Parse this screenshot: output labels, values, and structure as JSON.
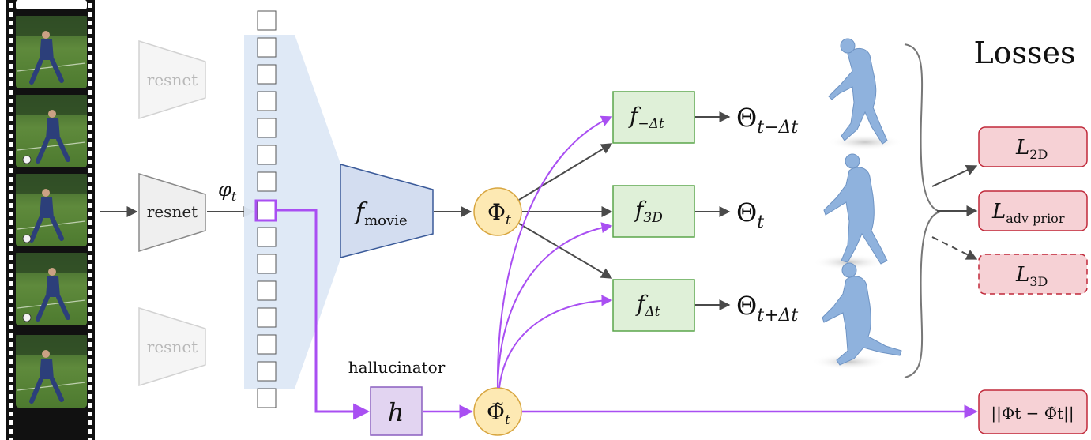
{
  "title": "Losses",
  "colors": {
    "feature_strip": "#d9e6f5",
    "movie_block": "#d5e0f1",
    "movie_border": "#3a5a99",
    "phi_fill": "#fde9b3",
    "phi_border": "#d8a640",
    "head_fill": "#dff0d8",
    "head_border": "#5aa64a",
    "loss_fill": "#f6d1d5",
    "loss_border": "#c0293a",
    "hallucinator_fill": "#e2d4f1",
    "hallucinator_border": "#8a5fbf",
    "purple_arrow": "#a94ff2",
    "gray_arrow": "#4a4a4a",
    "body_mesh": "#8fb2dd"
  },
  "film": {
    "frames": [
      "running-frame",
      "kicking-frame",
      "kicking-frame-2",
      "kick-follow-frame",
      "walking-frame"
    ]
  },
  "encoders": [
    {
      "label": "resnet",
      "state": "faded"
    },
    {
      "label": "resnet",
      "state": "active"
    },
    {
      "label": "resnet",
      "state": "faded"
    }
  ],
  "phi_small": {
    "base": "φ",
    "sub": "t"
  },
  "f_movie": {
    "base": "f",
    "sub": "movie"
  },
  "Phi_t": {
    "base": "Φ",
    "sub": "t"
  },
  "Phi_tilde": {
    "base": "Φ̃",
    "sub": "t"
  },
  "hallucinator": {
    "caption": "hallucinator",
    "label": "h"
  },
  "heads": [
    {
      "base": "f",
      "sub": "−Δt",
      "out_base": "Θ",
      "out_sub": "t−Δt"
    },
    {
      "base": "f",
      "sub": "3D",
      "out_base": "Θ",
      "out_sub": "t"
    },
    {
      "base": "f",
      "sub": "Δt",
      "out_base": "Θ",
      "out_sub": "t+Δt"
    }
  ],
  "losses": [
    {
      "base": "L",
      "sub": "2D",
      "style": "solid"
    },
    {
      "base": "L",
      "sub": "adv prior",
      "style": "solid"
    },
    {
      "base": "L",
      "sub": "3D",
      "style": "dashed"
    }
  ],
  "consistency_loss": "||Φt − Φ̃t||"
}
